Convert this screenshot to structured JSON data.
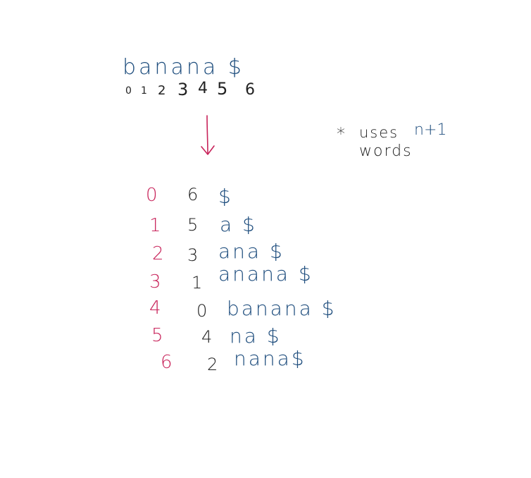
{
  "word": "banana $",
  "word_indices": [
    "0",
    "1",
    "2",
    "3",
    "4",
    "5",
    "6"
  ],
  "note": {
    "star": "*",
    "uses": "uses",
    "n_plus_1": "n+1",
    "words": "words"
  },
  "table": {
    "rows": [
      {
        "rank": "0",
        "pos": "6",
        "suffix": "$"
      },
      {
        "rank": "1",
        "pos": "5",
        "suffix": "a $"
      },
      {
        "rank": "2",
        "pos": "3",
        "suffix": "ana $"
      },
      {
        "rank": "3",
        "pos": "1",
        "suffix": "anana $"
      },
      {
        "rank": "4",
        "pos": "0",
        "suffix": "banana $"
      },
      {
        "rank": "5",
        "pos": "4",
        "suffix": "na $"
      },
      {
        "rank": "6",
        "pos": "2",
        "suffix": "nana$"
      }
    ]
  },
  "colors": {
    "ink_blue": "#1f4e7e",
    "ink_black": "#222222",
    "ink_pink": "#c8235a"
  }
}
